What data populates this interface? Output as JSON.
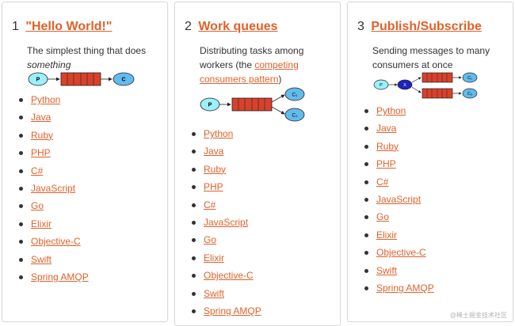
{
  "tutorials": [
    {
      "number": "1",
      "title": "\"Hello World!\"",
      "description_plain": "The simplest thing that does",
      "description_emphasis": "something",
      "diagram_labels": {
        "producer": "P",
        "consumer": "C"
      },
      "languages": [
        "Python",
        "Java",
        "Ruby",
        "PHP",
        "C#",
        "JavaScript",
        "Go",
        "Elixir",
        "Objective-C",
        "Swift",
        "Spring AMQP"
      ]
    },
    {
      "number": "2",
      "title": "Work queues",
      "description_plain": "Distributing tasks among workers (the",
      "description_link": "competing consumers pattern",
      "description_suffix": ")",
      "diagram_labels": {
        "producer": "P",
        "consumer1": "C₁",
        "consumer2": "C₂"
      },
      "languages": [
        "Python",
        "Java",
        "Ruby",
        "PHP",
        "C#",
        "JavaScript",
        "Go",
        "Elixir",
        "Objective-C",
        "Swift",
        "Spring AMQP"
      ]
    },
    {
      "number": "3",
      "title": "Publish/Subscribe",
      "description_plain": "Sending messages to many consumers at once",
      "diagram_labels": {
        "producer": "P",
        "exchange": "X",
        "consumer1": "C₁",
        "consumer2": "C₂"
      },
      "languages": [
        "Python",
        "Java",
        "Ruby",
        "PHP",
        "C#",
        "JavaScript",
        "Go",
        "Elixir",
        "Objective-C",
        "Swift",
        "Spring AMQP"
      ]
    }
  ],
  "watermark": "@稀土掘金技术社区",
  "colors": {
    "link": "#e0612a",
    "producer_fill": "#9bf0fa",
    "consumer_fill": "#62bbed",
    "queue_fill": "#d9412c",
    "exchange_fill": "#2222bb"
  }
}
